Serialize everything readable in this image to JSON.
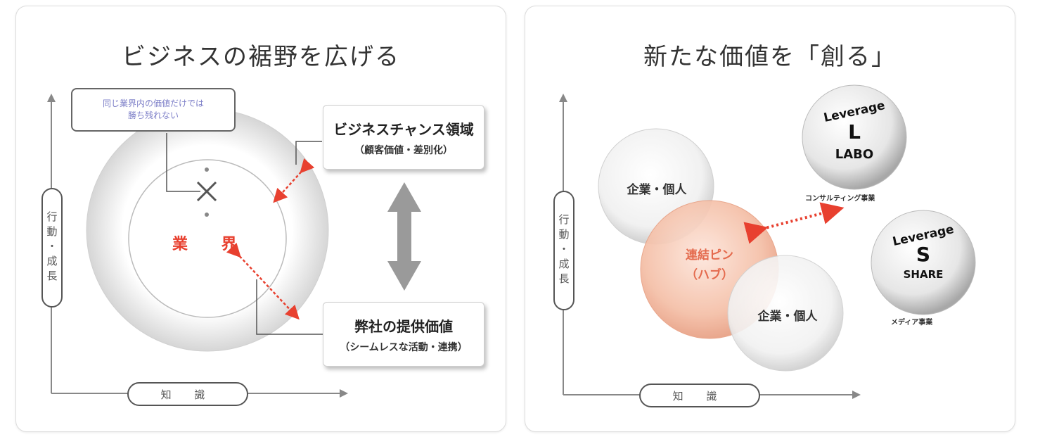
{
  "left": {
    "title": "ビジネスの裾野を広げる",
    "note": [
      "同じ業界内の価値だけでは",
      "勝ち残れない"
    ],
    "center_label": "業 界",
    "box_chance": {
      "main": "ビジネスチャンス領域",
      "sub": "（顧客価値・差別化）"
    },
    "box_offer": {
      "main": "弊社の提供価値",
      "sub": "（シームレスな活動・連携）"
    },
    "y_axis": "行動・成長",
    "x_axis": "知 識"
  },
  "right": {
    "title": "新たな価値を「創る」",
    "bubble_top": "企業・個人",
    "bubble_bottom": "企業・個人",
    "hub": [
      "連結ピン",
      "（ハブ）"
    ],
    "badge_labo": {
      "top": "Leverage",
      "mark": "L",
      "bottom": "LABO",
      "caption": "コンサルティング事業"
    },
    "badge_share": {
      "top": "Leverage",
      "mark": "S",
      "bottom": "SHARE",
      "caption": "メディア事業"
    },
    "y_axis": "行動・成長",
    "x_axis": "知 識"
  },
  "colors": {
    "accent_red": "#e8402f",
    "hub_fill": "#f2b89f",
    "arrow_gray": "#9a9a9a"
  }
}
